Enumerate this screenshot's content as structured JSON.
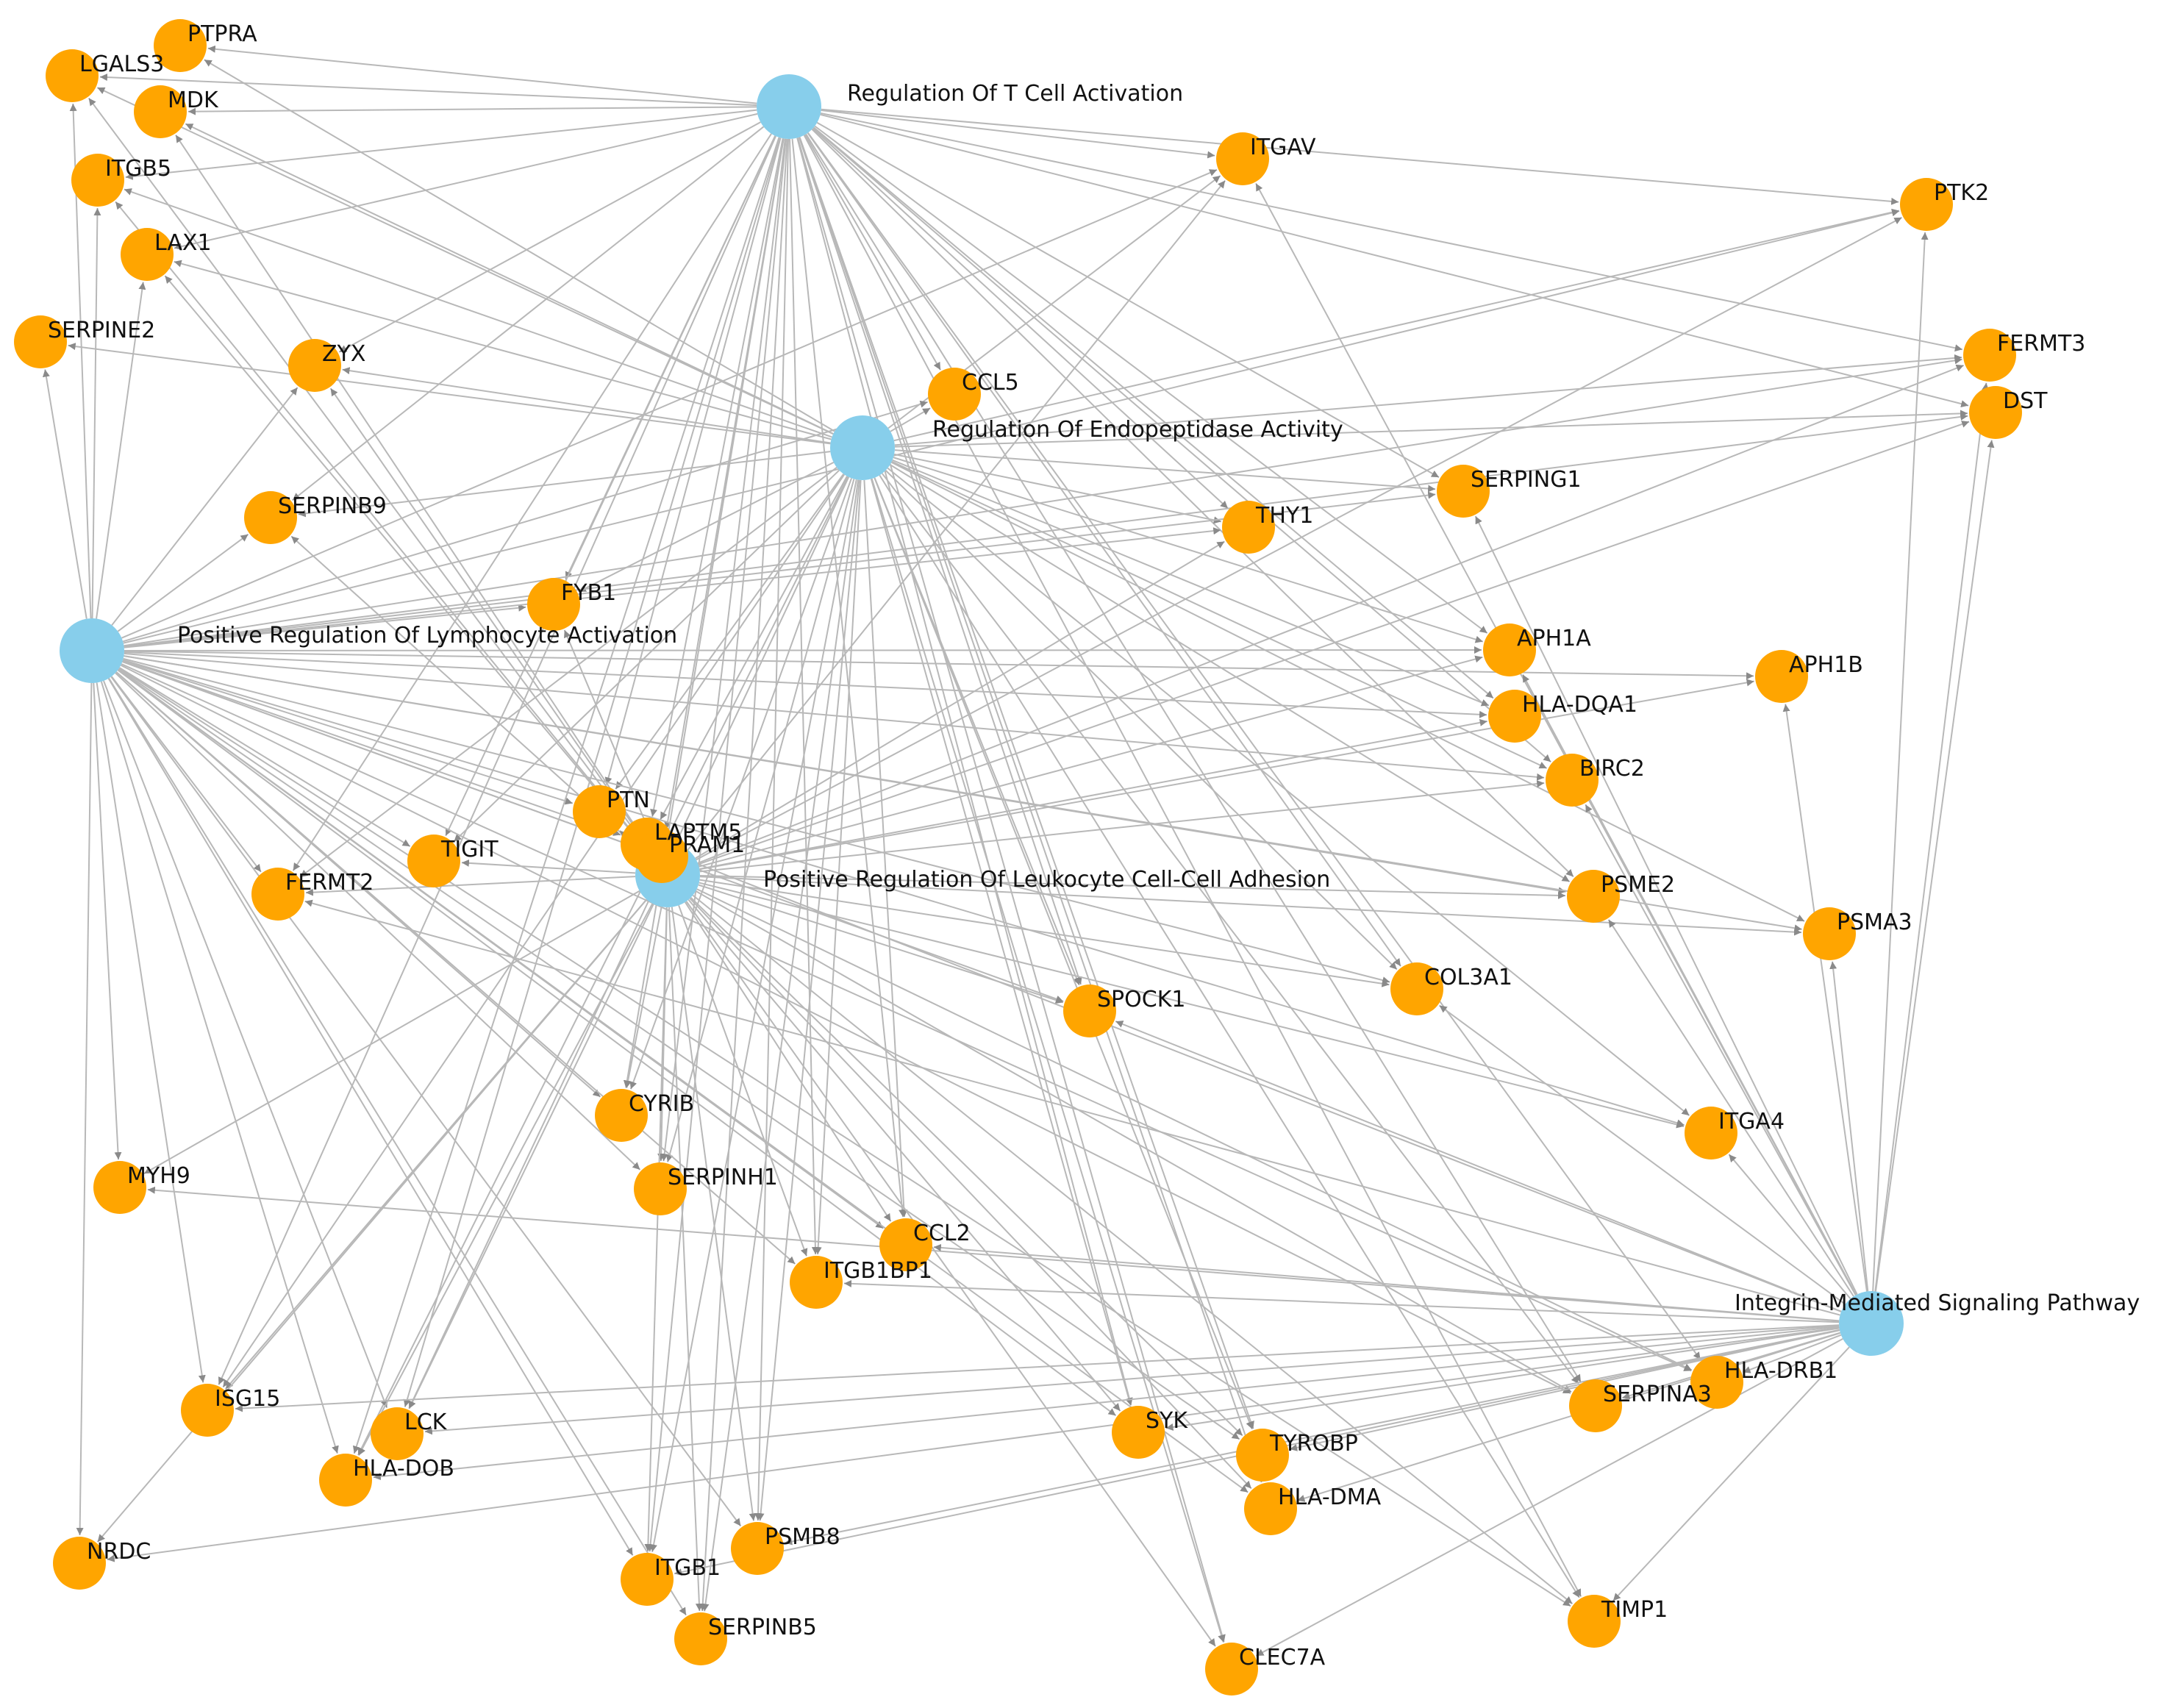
{
  "colors": {
    "hub_node": "#87CEEB",
    "gene_node": "#FFA500",
    "edge": "#B8B8B8",
    "label": "#111111"
  },
  "hubs": [
    {
      "id": "tcell",
      "label": "Regulation Of T Cell Activation"
    },
    {
      "id": "endo",
      "label": "Regulation Of Endopeptidase Activity"
    },
    {
      "id": "lymph",
      "label": "Positive Regulation Of Lymphocyte Activation"
    },
    {
      "id": "leuko",
      "label": "Positive Regulation Of Leukocyte Cell-Cell Adhesion"
    },
    {
      "id": "integrin",
      "label": "Integrin-Mediated Signaling Pathway"
    }
  ],
  "genes": [
    {
      "id": "PTPRA",
      "label": "PTPRA"
    },
    {
      "id": "LGALS3",
      "label": "LGALS3"
    },
    {
      "id": "MDK",
      "label": "MDK"
    },
    {
      "id": "ITGB5",
      "label": "ITGB5"
    },
    {
      "id": "LAX1",
      "label": "LAX1"
    },
    {
      "id": "SERPINE2",
      "label": "SERPINE2"
    },
    {
      "id": "ZYX",
      "label": "ZYX"
    },
    {
      "id": "SERPINB9",
      "label": "SERPINB9"
    },
    {
      "id": "FYB1",
      "label": "FYB1"
    },
    {
      "id": "ITGAV",
      "label": "ITGAV"
    },
    {
      "id": "PTK2",
      "label": "PTK2"
    },
    {
      "id": "FERMT3",
      "label": "FERMT3"
    },
    {
      "id": "DST",
      "label": "DST"
    },
    {
      "id": "CCL5",
      "label": "CCL5"
    },
    {
      "id": "SERPING1",
      "label": "SERPING1"
    },
    {
      "id": "THY1",
      "label": "THY1"
    },
    {
      "id": "APH1A",
      "label": "APH1A"
    },
    {
      "id": "APH1B",
      "label": "APH1B"
    },
    {
      "id": "HLA-DQA1",
      "label": "HLA-DQA1"
    },
    {
      "id": "BIRC2",
      "label": "BIRC2"
    },
    {
      "id": "PTN",
      "label": "PTN"
    },
    {
      "id": "LAPTM5",
      "label": "LAPTM5"
    },
    {
      "id": "PRAM1",
      "label": "PRAM1"
    },
    {
      "id": "TIGIT",
      "label": "TIGIT"
    },
    {
      "id": "FERMT2",
      "label": "FERMT2"
    },
    {
      "id": "PSME2",
      "label": "PSME2"
    },
    {
      "id": "PSMA3",
      "label": "PSMA3"
    },
    {
      "id": "COL3A1",
      "label": "COL3A1"
    },
    {
      "id": "SPOCK1",
      "label": "SPOCK1"
    },
    {
      "id": "ITGA4",
      "label": "ITGA4"
    },
    {
      "id": "CYRIB",
      "label": "CYRIB"
    },
    {
      "id": "MYH9",
      "label": "MYH9"
    },
    {
      "id": "SERPINH1",
      "label": "SERPINH1"
    },
    {
      "id": "CCL2",
      "label": "CCL2"
    },
    {
      "id": "ITGB1BP1",
      "label": "ITGB1BP1"
    },
    {
      "id": "ISG15",
      "label": "ISG15"
    },
    {
      "id": "LCK",
      "label": "LCK"
    },
    {
      "id": "HLA-DOB",
      "label": "HLA-DOB"
    },
    {
      "id": "SYK",
      "label": "SYK"
    },
    {
      "id": "TYROBP",
      "label": "TYROBP"
    },
    {
      "id": "HLA-DMA",
      "label": "HLA-DMA"
    },
    {
      "id": "SERPINA3",
      "label": "SERPINA3"
    },
    {
      "id": "HLA-DRB1",
      "label": "HLA-DRB1"
    },
    {
      "id": "NRDC",
      "label": "NRDC"
    },
    {
      "id": "PSMB8",
      "label": "PSMB8"
    },
    {
      "id": "ITGB1",
      "label": "ITGB1"
    },
    {
      "id": "SERPINB5",
      "label": "SERPINB5"
    },
    {
      "id": "CLEC7A",
      "label": "CLEC7A"
    },
    {
      "id": "TIMP1",
      "label": "TIMP1"
    }
  ],
  "edges": {
    "tcell": [
      "PTPRA",
      "LGALS3",
      "MDK",
      "ITGB5",
      "LAX1",
      "ZYX",
      "SERPINB9",
      "FYB1",
      "ITGAV",
      "PTK2",
      "FERMT3",
      "DST",
      "CCL5",
      "SERPING1",
      "THY1",
      "APH1A",
      "HLA-DQA1",
      "BIRC2",
      "PTN",
      "LAPTM5",
      "PRAM1",
      "TIGIT",
      "FERMT2",
      "PSME2",
      "COL3A1",
      "SPOCK1",
      "CYRIB",
      "SERPINH1",
      "CCL2",
      "ITGB1BP1",
      "ISG15",
      "LCK",
      "HLA-DOB",
      "SYK",
      "TYROBP",
      "HLA-DMA",
      "SERPINA3",
      "HLA-DRB1",
      "PSMB8",
      "ITGB1",
      "SERPINB5",
      "CLEC7A",
      "TIMP1"
    ],
    "endo": [
      "PTPRA",
      "LGALS3",
      "MDK",
      "ITGB5",
      "LAX1",
      "SERPINE2",
      "ZYX",
      "SERPINB9",
      "FYB1",
      "ITGAV",
      "PTK2",
      "FERMT3",
      "DST",
      "CCL5",
      "SERPING1",
      "THY1",
      "APH1A",
      "HLA-DQA1",
      "BIRC2",
      "PTN",
      "LAPTM5",
      "TIGIT",
      "FERMT2",
      "PSME2",
      "PSMA3",
      "COL3A1",
      "SPOCK1",
      "ITGA4",
      "CYRIB",
      "SERPINH1",
      "CCL2",
      "ITGB1BP1",
      "ISG15",
      "LCK",
      "HLA-DOB",
      "SYK",
      "TYROBP",
      "SERPINA3",
      "PSMB8",
      "ITGB1",
      "SERPINB5",
      "CLEC7A",
      "TIMP1"
    ],
    "lymph": [
      "LGALS3",
      "ITGB5",
      "LAX1",
      "SERPINE2",
      "ZYX",
      "SERPINB9",
      "FYB1",
      "ITGAV",
      "PTK2",
      "FERMT3",
      "DST",
      "CCL5",
      "SERPING1",
      "THY1",
      "APH1A",
      "APH1B",
      "HLA-DQA1",
      "BIRC2",
      "PTN",
      "LAPTM5",
      "PRAM1",
      "TIGIT",
      "FERMT2",
      "PSME2",
      "PSMA3",
      "COL3A1",
      "SPOCK1",
      "ITGA4",
      "CYRIB",
      "MYH9",
      "SERPINH1",
      "CCL2",
      "ITGB1BP1",
      "ISG15",
      "LCK",
      "HLA-DOB",
      "SYK",
      "TYROBP",
      "HLA-DMA",
      "SERPINA3",
      "HLA-DRB1",
      "NRDC",
      "PSMB8",
      "ITGB1",
      "SERPINB5",
      "TIMP1"
    ],
    "leuko": [
      "LGALS3",
      "MDK",
      "ITGB5",
      "LAX1",
      "ZYX",
      "SERPINB9",
      "FYB1",
      "ITGAV",
      "PTK2",
      "FERMT3",
      "DST",
      "THY1",
      "APH1A",
      "APH1B",
      "HLA-DQA1",
      "BIRC2",
      "PTN",
      "LAPTM5",
      "TIGIT",
      "FERMT2",
      "PSME2",
      "PSMA3",
      "COL3A1",
      "SPOCK1",
      "ITGA4",
      "CYRIB",
      "MYH9",
      "SERPINH1",
      "CCL2",
      "ITGB1BP1",
      "ISG15",
      "LCK",
      "HLA-DOB",
      "SYK",
      "TYROBP",
      "HLA-DMA",
      "SERPINA3",
      "HLA-DRB1",
      "NRDC",
      "PSMB8",
      "ITGB1",
      "SERPINB5",
      "CLEC7A",
      "TIMP1"
    ],
    "integrin": [
      "ITGAV",
      "PTK2",
      "FERMT3",
      "DST",
      "SERPING1",
      "APH1A",
      "APH1B",
      "BIRC2",
      "LAPTM5",
      "FERMT2",
      "PSME2",
      "PSMA3",
      "COL3A1",
      "SPOCK1",
      "ITGA4",
      "MYH9",
      "CCL2",
      "ITGB1BP1",
      "ISG15",
      "LCK",
      "HLA-DOB",
      "SYK",
      "TYROBP",
      "HLA-DMA",
      "SERPINA3",
      "HLA-DRB1",
      "NRDC",
      "PSMB8",
      "ITGB1",
      "CLEC7A",
      "TIMP1"
    ]
  }
}
